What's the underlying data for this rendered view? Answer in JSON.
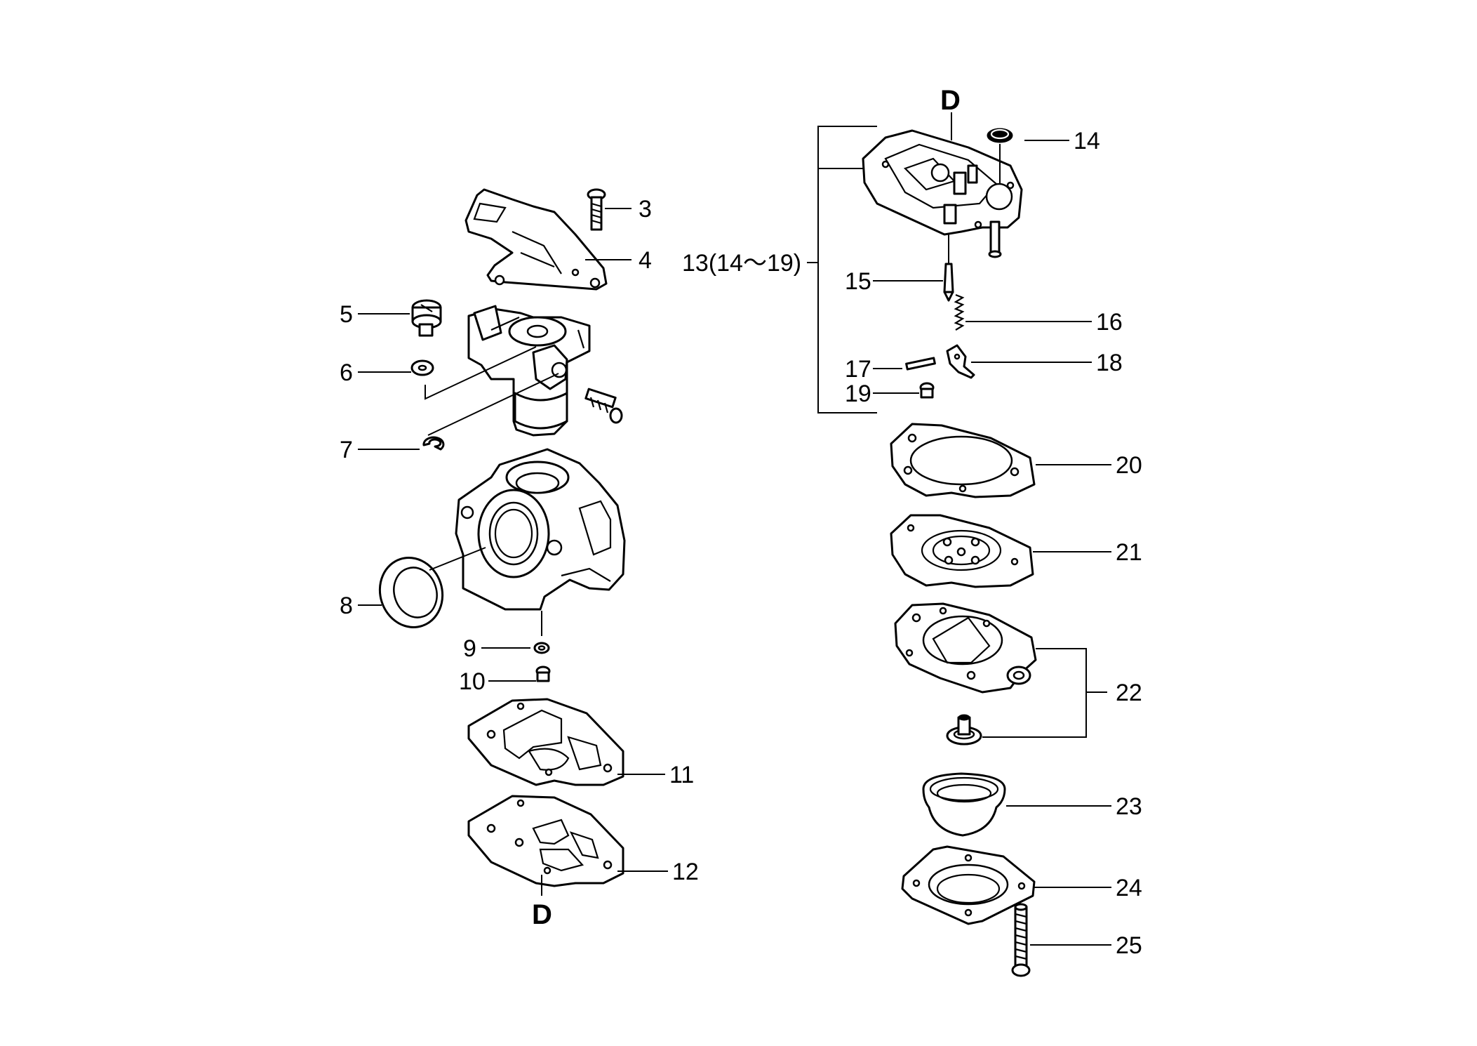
{
  "diagram": {
    "callouts": [
      {
        "id": "3",
        "label": "3"
      },
      {
        "id": "4",
        "label": "4"
      },
      {
        "id": "5",
        "label": "5"
      },
      {
        "id": "6",
        "label": "6"
      },
      {
        "id": "7",
        "label": "7"
      },
      {
        "id": "8",
        "label": "8"
      },
      {
        "id": "9",
        "label": "9"
      },
      {
        "id": "10",
        "label": "10"
      },
      {
        "id": "11",
        "label": "11"
      },
      {
        "id": "12",
        "label": "12"
      },
      {
        "id": "13",
        "label": "13(14～19)"
      },
      {
        "id": "14",
        "label": "14"
      },
      {
        "id": "15",
        "label": "15"
      },
      {
        "id": "16",
        "label": "16"
      },
      {
        "id": "17",
        "label": "17"
      },
      {
        "id": "18",
        "label": "18"
      },
      {
        "id": "19",
        "label": "19"
      },
      {
        "id": "20",
        "label": "20"
      },
      {
        "id": "21",
        "label": "21"
      },
      {
        "id": "22",
        "label": "22"
      },
      {
        "id": "23",
        "label": "23"
      },
      {
        "id": "24",
        "label": "24"
      },
      {
        "id": "25",
        "label": "25"
      }
    ],
    "connectors": [
      {
        "id": "D_top",
        "label": "D"
      },
      {
        "id": "D_bottom",
        "label": "D"
      }
    ]
  }
}
